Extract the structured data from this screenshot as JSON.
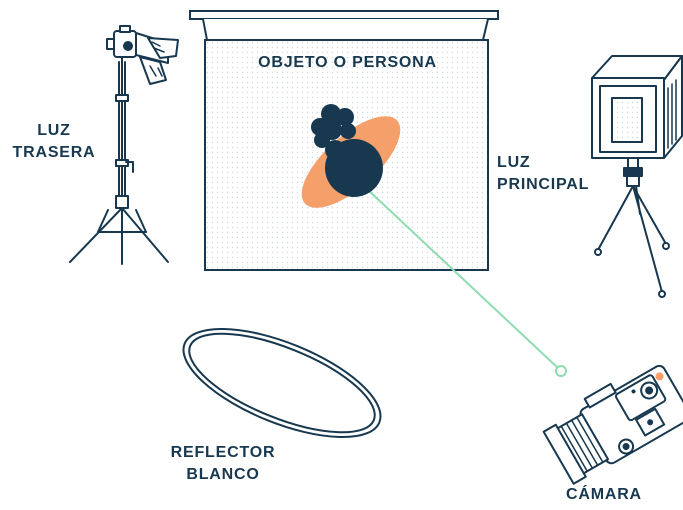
{
  "labels": {
    "subject": "OBJETO O PERSONA",
    "back_light_line1": "LUZ",
    "back_light_line2": "TRASERA",
    "key_light_line1": "LUZ",
    "key_light_line2": "PRINCIPAL",
    "reflector_line1": "REFLECTOR",
    "reflector_line2": "BLANCO",
    "camera": "CÁMARA"
  },
  "colors": {
    "ink": "#17384f",
    "accent": "#f5a06a",
    "sight_line": "#8fdcb0",
    "backdrop_dots": "#cfd8de",
    "background": "#ffffff"
  },
  "icons": [
    "backdrop-icon",
    "back-light-icon",
    "key-light-icon",
    "subject-icon",
    "reflector-icon",
    "camera-icon"
  ]
}
